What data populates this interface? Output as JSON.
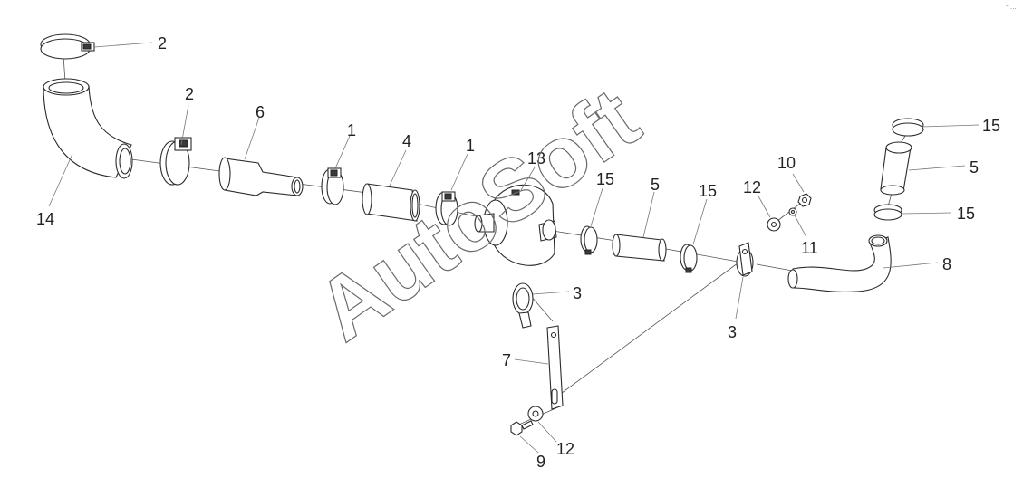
{
  "watermark": "AutoSoft",
  "corner_mark": "° …",
  "callouts": {
    "c_2_top": "2",
    "c_2_mid": "2",
    "c_14": "14",
    "c_6": "6",
    "c_1_left": "1",
    "c_4": "4",
    "c_1_right": "1",
    "c_13": "13",
    "c_15_mid": "15",
    "c_5_mid": "5",
    "c_15_right": "15",
    "c_12_top": "12",
    "c_10": "10",
    "c_11": "11",
    "c_15_top": "15",
    "c_5_right": "5",
    "c_15_lower": "15",
    "c_8": "8",
    "c_3_center": "3",
    "c_3_right": "3",
    "c_7": "7",
    "c_9": "9",
    "c_12_bottom": "12"
  }
}
